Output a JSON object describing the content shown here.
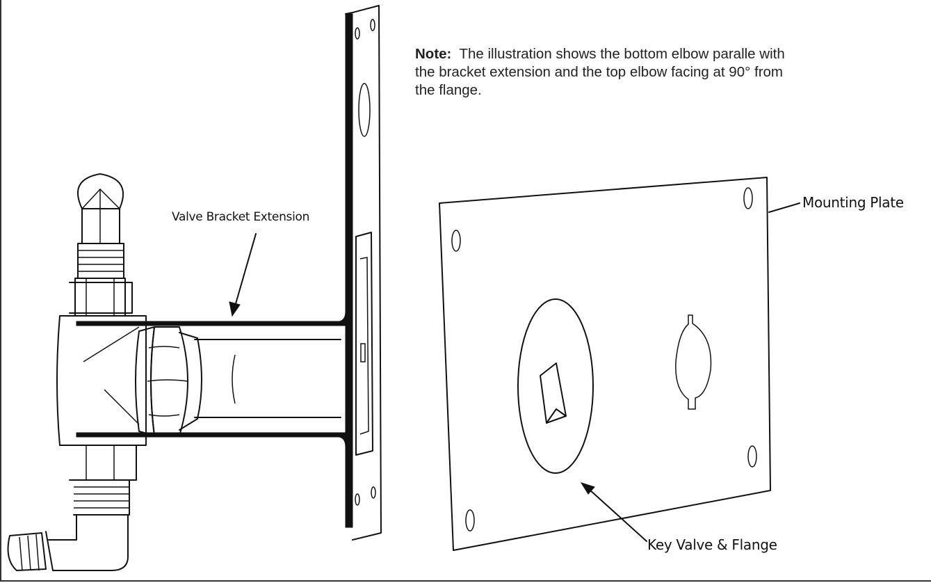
{
  "note": {
    "label": "Note:",
    "text": "The illustration shows the bottom elbow paralle with the bracket extension and the top elbow facing at 90° from the flange."
  },
  "labels": {
    "valve_bracket_extension": "Valve Bracket Extension",
    "mounting_plate": "Mounting Plate",
    "key_valve_flange": "Key Valve & Flange"
  }
}
